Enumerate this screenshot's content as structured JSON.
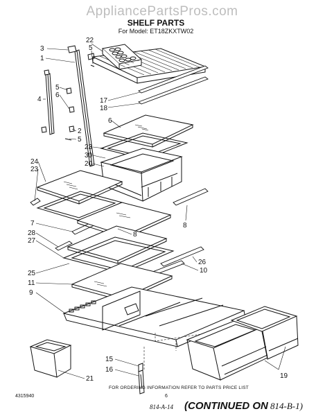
{
  "watermark": "AppliancePartsPros.com",
  "title": "SHELF PARTS",
  "model_line": "For Model: ET18ZKXTW02",
  "callouts": {
    "c3": "3",
    "c1": "1",
    "c22": "22",
    "c5a": "5",
    "c5b": "5",
    "c6": "6",
    "c4": "4",
    "c17": "17",
    "c18": "18",
    "c2": "2",
    "c5c": "5",
    "c23a": "23",
    "c30": "30",
    "c20": "20",
    "c24": "24",
    "c23b": "23",
    "c8a": "8",
    "c7": "7",
    "c8b": "8",
    "c28": "28",
    "c27": "27",
    "c26": "26",
    "c25": "25",
    "c10": "10",
    "c11": "11",
    "c9": "9",
    "c15": "15",
    "c16": "16",
    "c21": "21",
    "c19": "19"
  },
  "footer_note": "FOR ORDERING INFORMATION REFER TO PARTS PRICE LIST",
  "doc_number": "4315940",
  "page_number": "6",
  "handwritten_left": "814-A-14",
  "continued": "(CONTINUED ON",
  "handwritten_right": "814-B-1)"
}
